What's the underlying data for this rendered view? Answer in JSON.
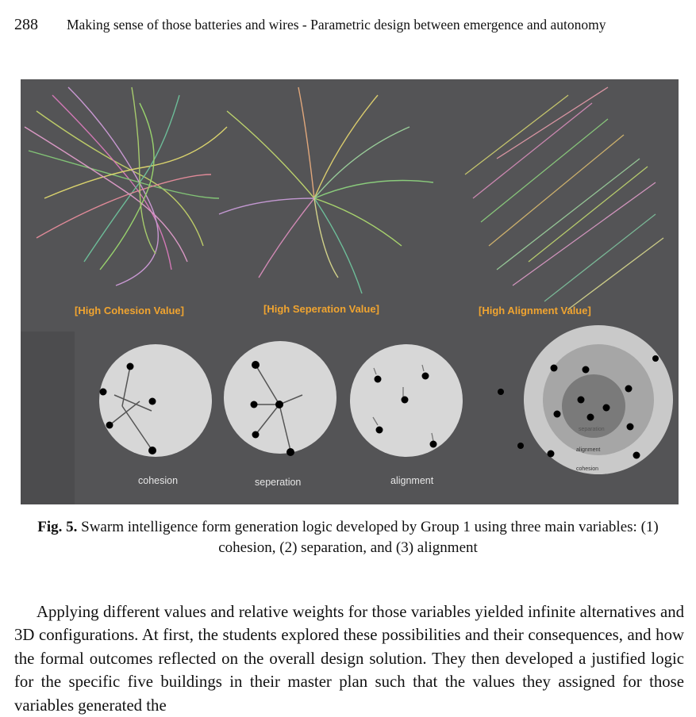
{
  "header": {
    "page_number": "288",
    "running_title": "Making sense of those batteries and wires - Parametric design between emergence and autonomy"
  },
  "figure": {
    "panel_titles": [
      "[High Cohesion Value]",
      "[High Seperation Value]",
      "[High Alignment Value]"
    ],
    "diagram_labels": [
      "cohesion",
      "seperation",
      "alignment"
    ],
    "ring_labels": [
      "separation",
      "alignment",
      "cohesion"
    ],
    "colors": {
      "background": "#545456",
      "title_orange": "#f0a430",
      "circle_fill": "#d7d7d7",
      "dot": "#000000"
    }
  },
  "caption": {
    "label": "Fig. 5.",
    "text": " Swarm intelligence form generation logic developed by Group 1 using three main variables: (1) cohesion, (2) separation, and (3) alignment"
  },
  "body": {
    "paragraph": "Applying different values and relative weights for those variables yielded infinite alternatives and 3D configurations. At first, the students explored these possibilities and their consequences, and how the formal outcomes reflected on the overall design solution. They then developed a justified logic for the specific five buildings in their master plan such that the values they assigned for those variables generated the"
  }
}
